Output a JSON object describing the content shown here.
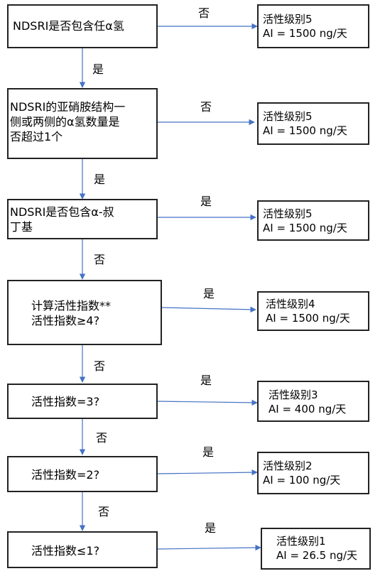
{
  "questions": [
    {
      "text": "NDSRI是否包含任α氢"
    },
    {
      "text": "NDSRI的亚硝胺结构一\n侧或两侧的α氢数量是\n否超过1个"
    },
    {
      "text": "NDSRI是否包含α-叔\n丁基"
    },
    {
      "text": "计算活性指数**\n活性指数≥4?"
    },
    {
      "text": "活性指数=3?"
    },
    {
      "text": "活性指数=2?"
    },
    {
      "text": "活性指数≤1?"
    }
  ],
  "results": [
    {
      "text": "活性级别5\nAI = 1500 ng/天"
    },
    {
      "text": "活性级别5\nAI = 1500 ng/天"
    },
    {
      "text": "活性级别5\nAI = 1500 ng/天"
    },
    {
      "text": "活性级别4\nAI = 1500 ng/天"
    },
    {
      "text": "活性级别3\nAI = 400 ng/天"
    },
    {
      "text": "活性级别2\nAI = 100 ng/天"
    },
    {
      "text": "活性级别1\nAI = 26.5 ng/天"
    }
  ],
  "horizontal_labels": [
    "否",
    "否",
    "是",
    "是",
    "是",
    "是",
    "是"
  ],
  "vertical_labels": [
    "是",
    "是",
    "否",
    "否",
    "否",
    "否"
  ],
  "colors": {
    "arrow": "#4472C4",
    "border": "#222222"
  }
}
